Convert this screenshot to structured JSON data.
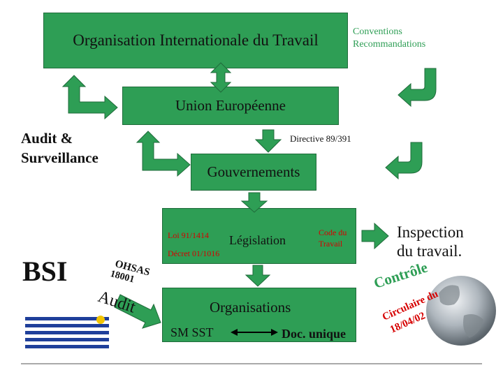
{
  "boxes": {
    "oit": "Organisation Internationale du Travail",
    "ue": "Union  Européenne",
    "gouv": "Gouvernements",
    "legislation": "Législation",
    "organisations": "Organisations"
  },
  "labels": {
    "conventions": "Conventions",
    "recommandations": "Recommandations",
    "audit_surveillance_1": "Audit &",
    "audit_surveillance_2": "Surveillance",
    "directive": "Directive 89/391",
    "loi": "Loi 91/1414",
    "decret": "Décret 01/1016",
    "code_1": "Code du",
    "code_2": "Travail",
    "inspection_1": "Inspection",
    "inspection_2": "du travail.",
    "bsi": "BSI",
    "ohsas_1": "OHSAS",
    "ohsas_2": "18001",
    "audit": "Audit",
    "controle": "Contrôle",
    "circulaire_1": "Circulaire du",
    "circulaire_2": "18/04/02",
    "sm_sst": "SM SST",
    "doc_unique": "Doc. unique"
  },
  "logo": {
    "text": "BSi",
    "color": "#1f3f9a",
    "accent": "#f2c400"
  },
  "colors": {
    "box": "#2e9e55",
    "arrow_fill": "#2e9e55",
    "arrow_alt": "#ffffff"
  }
}
